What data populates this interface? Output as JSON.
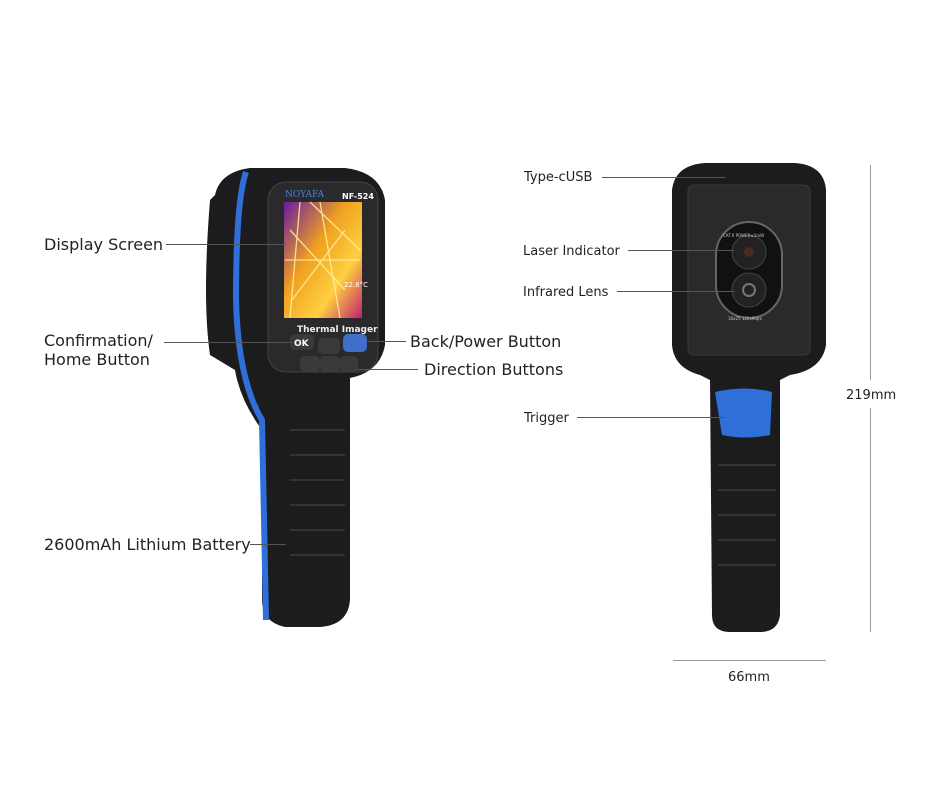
{
  "left_device": {
    "brand": "NOYAFA",
    "model": "NF-524",
    "screen_caption": "Thermal Imager",
    "screen_temp": "22.8°C",
    "ok_key": "OK",
    "labels": {
      "display_screen": "Display Screen",
      "confirmation_line1": "Confirmation/",
      "confirmation_line2": "Home Button",
      "back_power": "Back/Power Button",
      "direction": "Direction Buttons",
      "battery": "2600mAh Lithium Battery"
    }
  },
  "right_device": {
    "lens_ring_text": "CAT II POWER≤1mW",
    "lens_bottom_text": "16x25 120x90px",
    "labels": {
      "type_c": "Type-cUSB",
      "laser": "Laser Indicator",
      "infrared": "Infrared Lens",
      "trigger": "Trigger"
    }
  },
  "dimensions": {
    "height": "219mm",
    "width": "66mm"
  },
  "colors": {
    "accent_blue": "#2f6fd8",
    "body": "#1c1c1e"
  }
}
